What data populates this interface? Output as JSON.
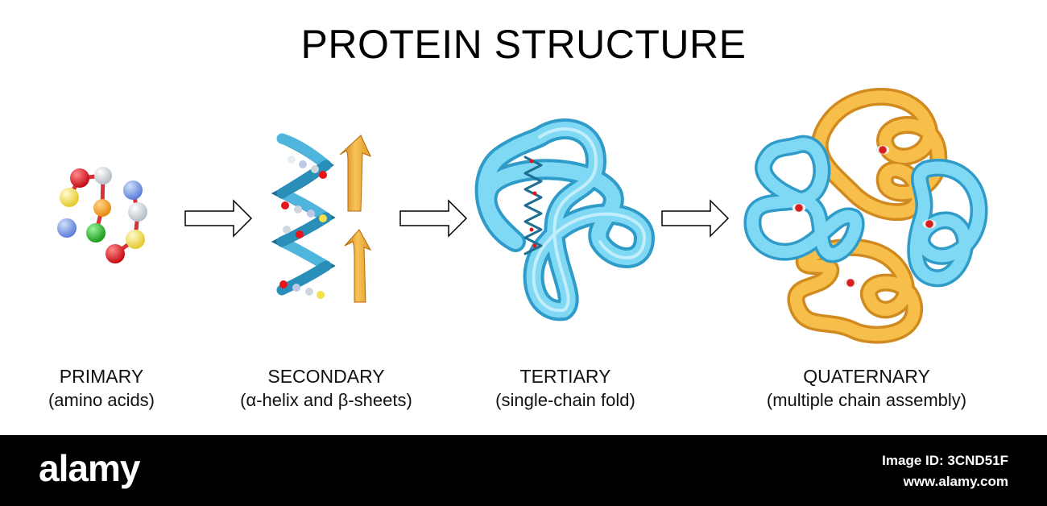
{
  "title": "PROTEIN STRUCTURE",
  "stages": [
    {
      "name": "PRIMARY",
      "caption": "(amino acids)"
    },
    {
      "name": "SECONDARY",
      "caption": "(α-helix and β-sheets)"
    },
    {
      "name": "TERTIARY",
      "caption": "(single-chain fold)"
    },
    {
      "name": "QUATERNARY",
      "caption": "(multiple chain assembly)"
    }
  ],
  "watermark": {
    "brand": "alamy",
    "image_id": "Image ID: 3CND51F",
    "site": "www.alamy.com"
  },
  "colors": {
    "helix": "#2a8fb8",
    "chain_blue": "#6fd0f0",
    "chain_orange": "#f5b740",
    "amino_red": "#e8141c",
    "amino_yellow": "#f3e04a",
    "amino_green": "#2fbf2f",
    "amino_blue": "#7c9ee8",
    "amino_orange": "#f5a623",
    "amino_white": "#d8dde2"
  }
}
